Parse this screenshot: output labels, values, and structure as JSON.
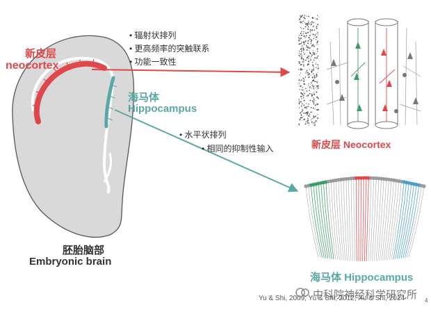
{
  "labels": {
    "neocortex_cn": "新皮层",
    "neocortex_en": "neocortex",
    "hippocampus_cn": "海马体",
    "hippocampus_en": "Hippocampus",
    "embryonic_cn": "胚胎脑部",
    "embryonic_en": "Embryonic brain",
    "neocortex_caption": "新皮层 Neocortex",
    "hippocampus_caption": "海马体 Hippocampus"
  },
  "neocortex_points": [
    "辐射状排列",
    "更高频率的突触联系",
    "功能一致性"
  ],
  "hippocampus_points": [
    "水平状排列",
    "相同的抑制性输入"
  ],
  "citation": "Yu & Shi, 2009; Yu & Shi, 2012; Xu & Shi, 2014",
  "watermark": "中科院神经科学研究所",
  "page_number": "4",
  "colors": {
    "neocortex": "#e0474a",
    "hippocampus": "#5aa8a5",
    "brain_fill": "#d9d9d9",
    "neuron_gray": "#9a9a9a",
    "neuron_green": "#3f9a6a",
    "neuron_blue": "#4a9fc9"
  },
  "icons": [
    "watermark-logo-icon"
  ]
}
